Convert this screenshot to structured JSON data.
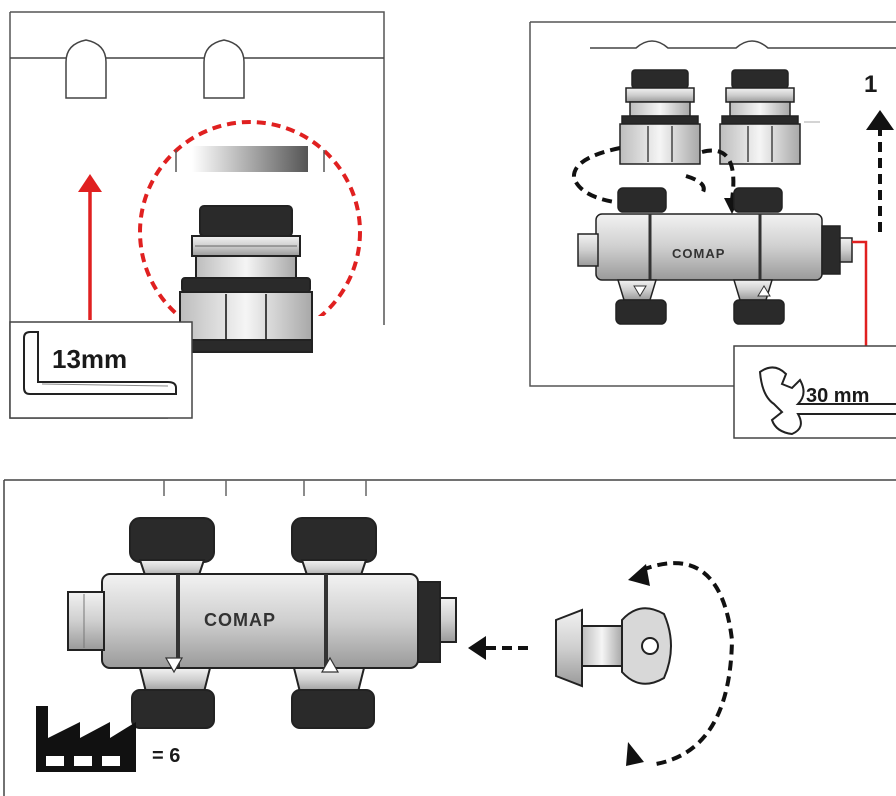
{
  "panels": {
    "panel_1": {
      "hex_key_label": "13mm"
    },
    "panel_2": {
      "step_number": "1",
      "brand": "COMAP",
      "wrench_label": "30 mm"
    },
    "panel_3": {
      "brand": "COMAP",
      "factory_setting_label": "= 6"
    }
  },
  "colors": {
    "line": "#555555",
    "outline": "#222222",
    "metal": "#d4d4d4",
    "dark_part": "#2a2a2a",
    "accent_red": "#e02020",
    "arrow_dark": "#111111"
  },
  "icons": [
    "hex-key-icon",
    "wrench-icon",
    "factory-icon",
    "valve-key-icon",
    "red-up-arrow-icon",
    "dashed-rotation-arrow-icon"
  ]
}
